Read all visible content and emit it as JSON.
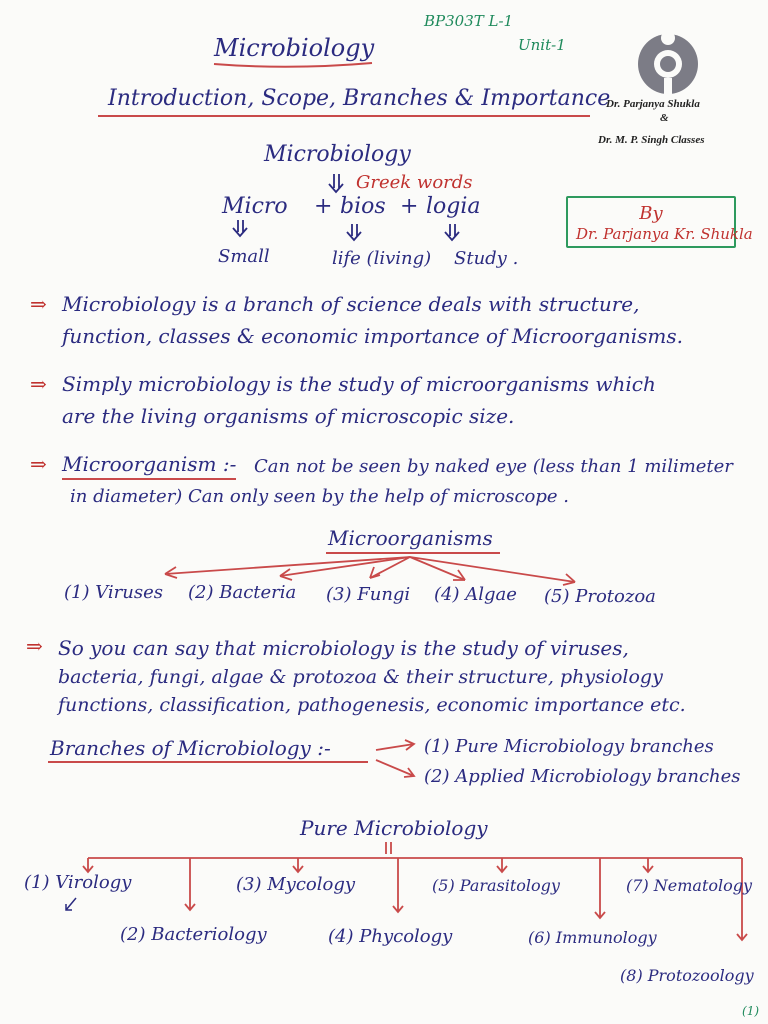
{
  "header": {
    "course_code": "BP303T L-1",
    "unit": "Unit-1",
    "title": "Microbiology",
    "subtitle": "Introduction, Scope, Branches & Importance",
    "credit_line1": "Dr. Parjanya Shukla",
    "credit_amp": "&",
    "credit_line2": "Dr. M. P. Singh Classes"
  },
  "etymology": {
    "word": "Microbiology",
    "note": "Greek words",
    "parts": [
      "Micro",
      "bios",
      "logia"
    ],
    "plus": "+",
    "meanings": [
      "Small",
      "life (living)",
      "Study ."
    ]
  },
  "by_box": {
    "label": "By",
    "name": "Dr. Parjanya Kr. Shukla"
  },
  "points": {
    "p1_line1": "Microbiology is a branch of science deals with structure,",
    "p1_line2": "function, classes & economic importance of Microorganisms.",
    "p2_line1": "Simply microbiology is the study of microorganisms which",
    "p2_line2": "are the living organisms of microscopic size.",
    "p3_term": "Microorganism :-",
    "p3_line1": "Can not be seen by naked eye (less than 1 milimeter",
    "p3_line2": "in diameter) Can only seen by the help of microscope ."
  },
  "microorganisms": {
    "title": "Microorganisms",
    "items": [
      "Viruses",
      "Bacteria",
      "Fungi",
      "Algae",
      "Protozoa"
    ],
    "numbers": [
      "1",
      "2",
      "3",
      "4",
      "5"
    ]
  },
  "summary": {
    "line1": "So you can say that microbiology is the study of viruses,",
    "line2": "bacteria, fungi, algae & protozoa & their structure, physiology",
    "line3": "functions, classification, pathogenesis, economic importance etc."
  },
  "branches": {
    "title": "Branches of Microbiology :-",
    "b1_num": "1",
    "b1": "Pure Microbiology branches",
    "b2_num": "2",
    "b2": "Applied Microbiology branches"
  },
  "pure": {
    "title": "Pure Microbiology",
    "items": [
      "Virology",
      "Bacteriology",
      "Mycology",
      "Phycology",
      "Parasitology",
      "Immunology",
      "Nematology",
      "Protozoology"
    ],
    "numbers": [
      "1",
      "2",
      "3",
      "4",
      "5",
      "6",
      "7",
      "8"
    ]
  },
  "page_number": "1"
}
